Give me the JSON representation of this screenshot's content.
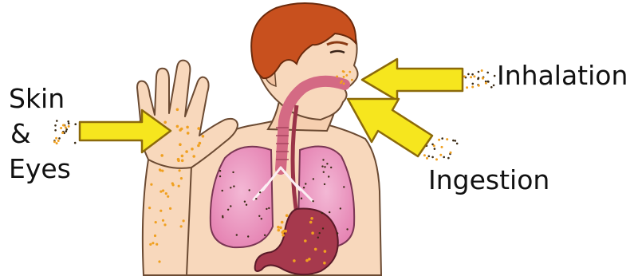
{
  "labels": {
    "skin": "Skin",
    "ampersand": "&",
    "eyes": "Eyes",
    "inhalation": "Inhalation",
    "ingestion": "Ingestion"
  },
  "colors": {
    "arrow_fill": "#f6e61e",
    "arrow_outline": "#8c6a0a",
    "skin_tone": "#f8d8bc",
    "hair": "#c8501e",
    "lung": "#ec97c1",
    "stomach": "#a6394d",
    "particle_dark": "#3a2a14",
    "particle_orange": "#f0a020"
  },
  "icons": {
    "person": "person-upper-body-icon",
    "arrow": "yellow-arrow-icon"
  }
}
